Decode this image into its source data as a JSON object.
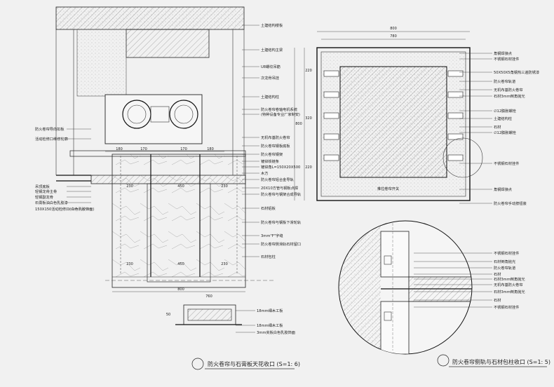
{
  "left_drawing": {
    "labels": [
      "土建结构楼板",
      "土建结构主梁",
      "U8螺纹吊筋",
      "次龙骨吊挂",
      "土建结构柱",
      "防火卷帘卷轴电机系统",
      "(特种设备专业厂家制安)",
      "无机布基防火卷帘",
      "防火卷帘钢板底板",
      "防火卷帘钢架",
      "镀锌铁链条",
      "镀锌角L=150X20X500",
      "木方",
      "防火卷帘铝合金导轨",
      "20X10方管与钢板点焊",
      "防火卷帘与钢架合成导轨",
      "石材铝板",
      "防火卷帘与钢板下滑轮轨",
      "3mm\"F\"字缝",
      "防火卷帘侧滑轨石材留口",
      "石材包柱"
    ],
    "left_labels": [
      "防火卷帘导向扣板",
      "活动检修口维修轮廓",
      "吊顶底板",
      "轻钢龙骨主骨",
      "轻钢副龙骨",
      "石膏板油白色乳胶漆",
      "150X150活动检修口(白色乳胶饰面)"
    ],
    "dims_top": [
      "180",
      "170",
      "170",
      "180"
    ],
    "dims_mid": [
      "230",
      "450",
      "230"
    ],
    "dims_low": [
      "230",
      "450",
      "230"
    ],
    "dim_total": "800",
    "detail_dims": [
      "760",
      "50"
    ],
    "detail_labels": [
      "18mm细木工板",
      "18mm细木工板",
      "3mm夹板白色乳胶饰面"
    ],
    "title": "防火卷帘与石膏板天花收口 (S=1: 6)"
  },
  "right_drawing": {
    "dims_top": [
      "800",
      "780"
    ],
    "dims_left": [
      "220",
      "320",
      "220",
      "800"
    ],
    "labels": [
      "角钢焊接点",
      "不锈钢石材挂件",
      "50X50X5角钢热三遍防锈漆",
      "防火卷帘轨道",
      "无机布基防火卷帘",
      "石材3mm倒角抛光",
      "∅12膨胀螺栓",
      "土建结构柱",
      "石材",
      "∅12膨胀螺栓",
      "不锈钢石材挂件",
      "角钢焊接点",
      "防火卷帘手动按钮装"
    ],
    "bottom_label": "推拉卷帘开关",
    "callout_labels": [
      "不锈钢石材挂件",
      "石材倒角抛光",
      "防火卷帘轨道",
      "石材",
      "石材3mm倒角抛光",
      "无机布基防火卷帘",
      "石材3mm倒角抛光",
      "石材",
      "不锈钢石材挂件"
    ],
    "title": "防火卷帘侧轨与石材包柱收口 (S=1: 5)"
  }
}
